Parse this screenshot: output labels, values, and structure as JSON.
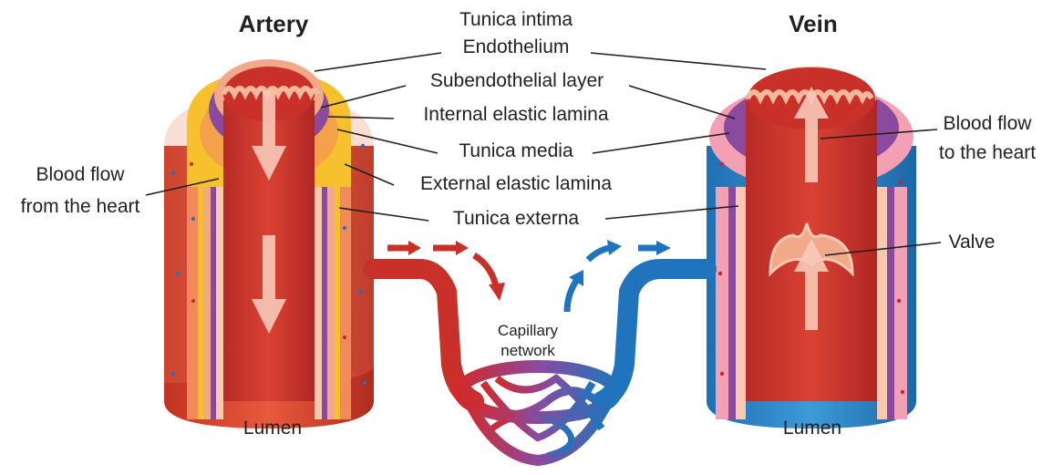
{
  "titles": {
    "artery": "Artery",
    "vein": "Vein"
  },
  "labels": {
    "tunica_intima": "Tunica intima",
    "endothelium": "Endothelium",
    "subendothelial_layer": "Subendothelial layer",
    "internal_elastic_lamina": "Internal elastic lamina",
    "tunica_media": "Tunica media",
    "external_elastic_lamina": "External elastic lamina",
    "tunica_externa": "Tunica externa",
    "blood_flow_from_line1": "Blood flow",
    "blood_flow_from_line2": "from the heart",
    "blood_flow_to_line1": "Blood flow",
    "blood_flow_to_line2": "to the heart",
    "valve": "Valve",
    "capillary_line1": "Capillary",
    "capillary_line2": "network",
    "lumen_artery": "Lumen",
    "lumen_vein": "Lumen"
  },
  "colors": {
    "artery_outer": "#d9452f",
    "artery_media": "#f6c12c",
    "artery_lumen": "#c9302a",
    "vein_outer": "#2c86c9",
    "vein_pink": "#f3a0b4",
    "vein_lumen": "#c9302a",
    "intima": "#f2a98a",
    "purple": "#8a4a9e",
    "arrow": "#f8c9b8"
  }
}
